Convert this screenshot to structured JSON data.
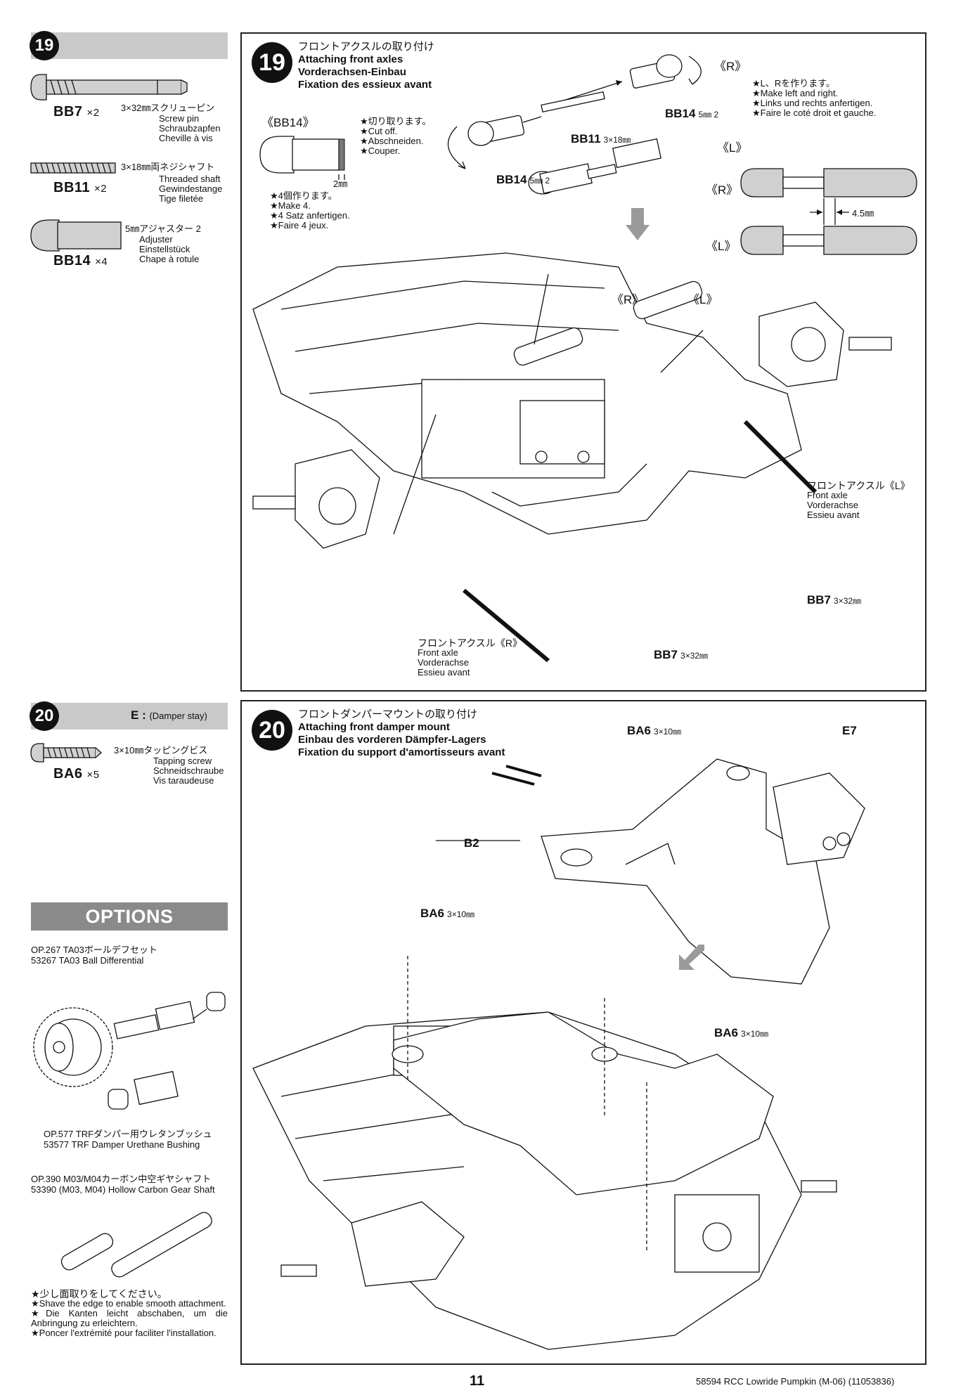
{
  "step19": {
    "number": "19",
    "parts": [
      {
        "code": "BB7",
        "qty": "×2",
        "size": "3×32㎜スクリューピン",
        "lines": [
          "Screw pin",
          "Schraubzapfen",
          "Cheville à vis"
        ]
      },
      {
        "code": "BB11",
        "qty": "×2",
        "size": "3×18㎜両ネジシャフト",
        "lines": [
          "Threaded shaft",
          "Gewindestange",
          "Tige filetée"
        ]
      },
      {
        "code": "BB14",
        "qty": "×4",
        "size": "5㎜アジャスター 2",
        "lines": [
          "Adjuster",
          "Einstellstück",
          "Chape à rotule"
        ]
      }
    ],
    "title_jp": "フロントアクスルの取り付け",
    "title_lines": [
      "Attaching front axles",
      "Vorderachsen-Einbau",
      "Fixation des essieux avant"
    ],
    "bb14_tag": "《BB14》",
    "cut_notes": [
      "★切り取ります。",
      "★Cut off.",
      "★Abschneiden.",
      "★Couper."
    ],
    "cut_dim": "2㎜",
    "make_notes": [
      "★4個作ります。",
      "★Make 4.",
      "★4 Satz anfertigen.",
      "★Faire 4 jeux."
    ],
    "lr_notes": [
      "★L、Rを作ります。",
      "★Make left and right.",
      "★Links und rechts anfertigen.",
      "★Faire le coté droit et gauche."
    ],
    "labels": {
      "R": "《R》",
      "L": "《L》",
      "bb14_a": "BB14",
      "bb14_a_dim": "5㎜ 2",
      "bb11": "BB11",
      "bb11_dim": "3×18㎜",
      "bb14_b": "BB14",
      "bb14_b_dim": "5㎜ 2",
      "gap": "4.5㎜",
      "bb7_a": "BB7",
      "bb7_a_dim": "3×32㎜",
      "bb7_b": "BB7",
      "bb7_b_dim": "3×32㎜"
    },
    "front_axle_L": {
      "jp": "フロントアクスル《L》",
      "lines": [
        "Front axle",
        "Vorderachse",
        "Essieu avant"
      ]
    },
    "front_axle_R": {
      "jp": "フロントアクスル《R》",
      "lines": [
        "Front axle",
        "Vorderachse",
        "Essieu avant"
      ]
    }
  },
  "step20": {
    "number": "20",
    "bag_code": "E",
    "bag_note": "(Damper stay)",
    "parts": [
      {
        "code": "BA6",
        "qty": "×5",
        "size": "3×10㎜タッピングビス",
        "lines": [
          "Tapping screw",
          "Schneidschraube",
          "Vis taraudeuse"
        ]
      }
    ],
    "title_jp": "フロントダンパーマウントの取り付け",
    "title_lines": [
      "Attaching front damper mount",
      "Einbau des vorderen Dämpfer-Lagers",
      "Fixation du support d'amortisseurs avant"
    ],
    "labels": {
      "ba6_a": "BA6",
      "ba6_a_dim": "3×10㎜",
      "e7": "E7",
      "b2": "B2",
      "ba6_b": "BA6",
      "ba6_b_dim": "3×10㎜",
      "ba6_c": "BA6",
      "ba6_c_dim": "3×10㎜"
    }
  },
  "options": {
    "header": "OPTIONS",
    "items": [
      {
        "jp": "OP.267 TA03ボールデフセット",
        "en": "53267 TA03 Ball Differential"
      },
      {
        "jp": "OP.577 TRFダンパー用ウレタンブッシュ",
        "en": "53577 TRF Damper Urethane Bushing"
      },
      {
        "jp": "OP.390 M03/M04カーボン中空ギヤシャフト",
        "en": "53390 (M03, M04) Hollow Carbon Gear Shaft"
      }
    ],
    "notes": [
      "★少し面取りをしてください。",
      "★Shave the edge to enable smooth attachment.",
      "★Die Kanten leicht abschaben, um die Anbringung zu erleichtern.",
      "★Poncer l'extrémité pour faciliter l'installation."
    ]
  },
  "footer": {
    "page": "11",
    "model": "58594 RCC Lowride Pumpkin (M-06) (11053836)"
  }
}
